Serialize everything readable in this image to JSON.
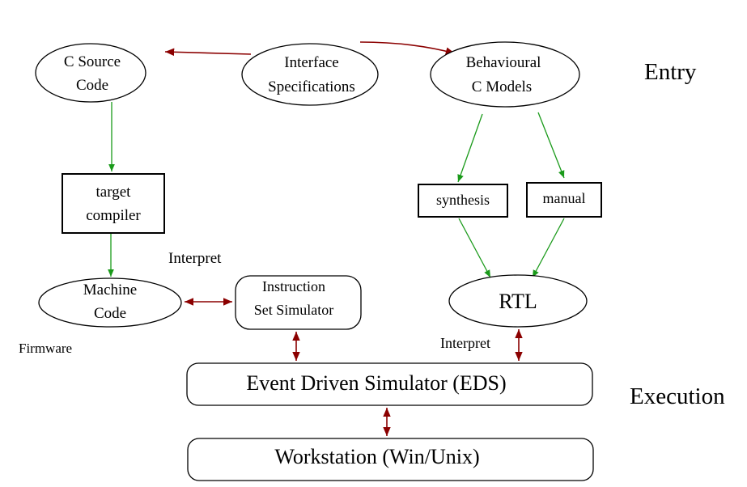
{
  "nodes": {
    "c_source": [
      "C Source",
      "Code"
    ],
    "interface": [
      "Interface",
      "Specifications"
    ],
    "behavioural": [
      "Behavioural",
      "C Models"
    ],
    "target_compiler": [
      "target",
      "compiler"
    ],
    "synthesis": "synthesis",
    "manual": "manual",
    "machine_code": [
      "Machine",
      "Code"
    ],
    "iss": [
      "Instruction",
      "Set Simulator"
    ],
    "rtl": "RTL",
    "eds": "Event Driven Simulator (EDS)",
    "workstation": "Workstation (Win/Unix)"
  },
  "labels": {
    "entry": "Entry",
    "execution": "Execution",
    "interpret_left": "Interpret",
    "interpret_right": "Interpret",
    "firmware": "Firmware"
  },
  "colors": {
    "flow": "#1a9a1a",
    "interaction": "#8b0000"
  }
}
